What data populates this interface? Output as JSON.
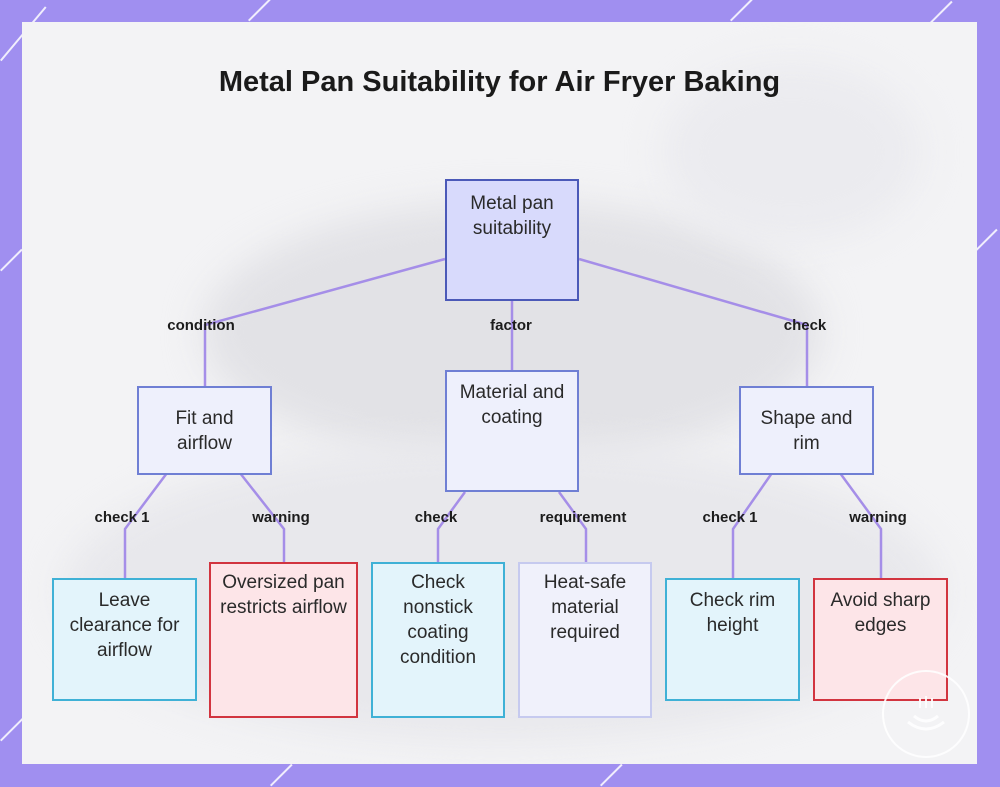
{
  "title": "Metal Pan Suitability for Air Fryer Baking",
  "nodes": {
    "root": "Metal pan suitability",
    "fit": "Fit and airflow",
    "material": "Material and coating",
    "shape": "Shape and rim",
    "leave": "Leave clearance for airflow",
    "oversized": "Oversized pan restricts airflow",
    "nonstick": "Check nonstick coating condition",
    "heatsafe": "Heat-safe material required",
    "rim": "Check rim height",
    "sharp": "Avoid sharp edges"
  },
  "edges": {
    "condition": "condition",
    "factor": "factor",
    "check_top": "check",
    "check1_left": "check 1",
    "warning_left": "warning",
    "check_mid": "check",
    "requirement": "requirement",
    "check1_right": "check 1",
    "warning_right": "warning"
  },
  "colors": {
    "frame": "#a08ff0",
    "connector": "#a58ee8",
    "root_fill": "#d8dafc",
    "warning_border": "#d2343f",
    "check_border": "#3fb1d6"
  }
}
